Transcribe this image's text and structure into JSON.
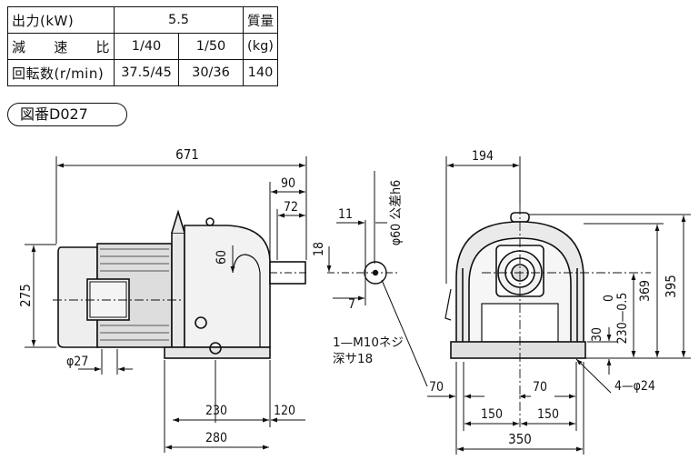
{
  "spec_table": {
    "output_label": "出力(kW)",
    "output_value": "5.5",
    "weight_label": "質量",
    "weight_unit": "(kg)",
    "weight_value": "140",
    "ratio_label_chars": [
      "減",
      "速",
      "比"
    ],
    "ratio_values": [
      "1/40",
      "1/50"
    ],
    "speed_label": "回転数(r/min)",
    "speed_values": [
      "37.5/45",
      "30/36"
    ]
  },
  "drawing_number": "図番D027",
  "dimensions": {
    "overall_length": "671",
    "shaft_extension": "90",
    "key_length": "72",
    "height_275": "275",
    "dim_60": "60",
    "foot_230": "230",
    "foot_280": "280",
    "dim_120": "120",
    "fan_dia": "φ27",
    "key_width": "11",
    "key_height": "18",
    "key_depth": "7",
    "shaft_dia": "φ60 公差h6",
    "tap_note_line1": "1—M10ネジ",
    "tap_note_line2": "深サ18",
    "width_194": "194",
    "height_395": "395",
    "height_369": "369",
    "shaft_center_height": "230—0.5",
    "shaft_center_tol": "0",
    "base_height": "30",
    "side_70_left": "70",
    "side_70_right": "70",
    "half_150_left": "150",
    "half_150_right": "150",
    "base_width": "350",
    "mount_holes": "4—φ24"
  }
}
